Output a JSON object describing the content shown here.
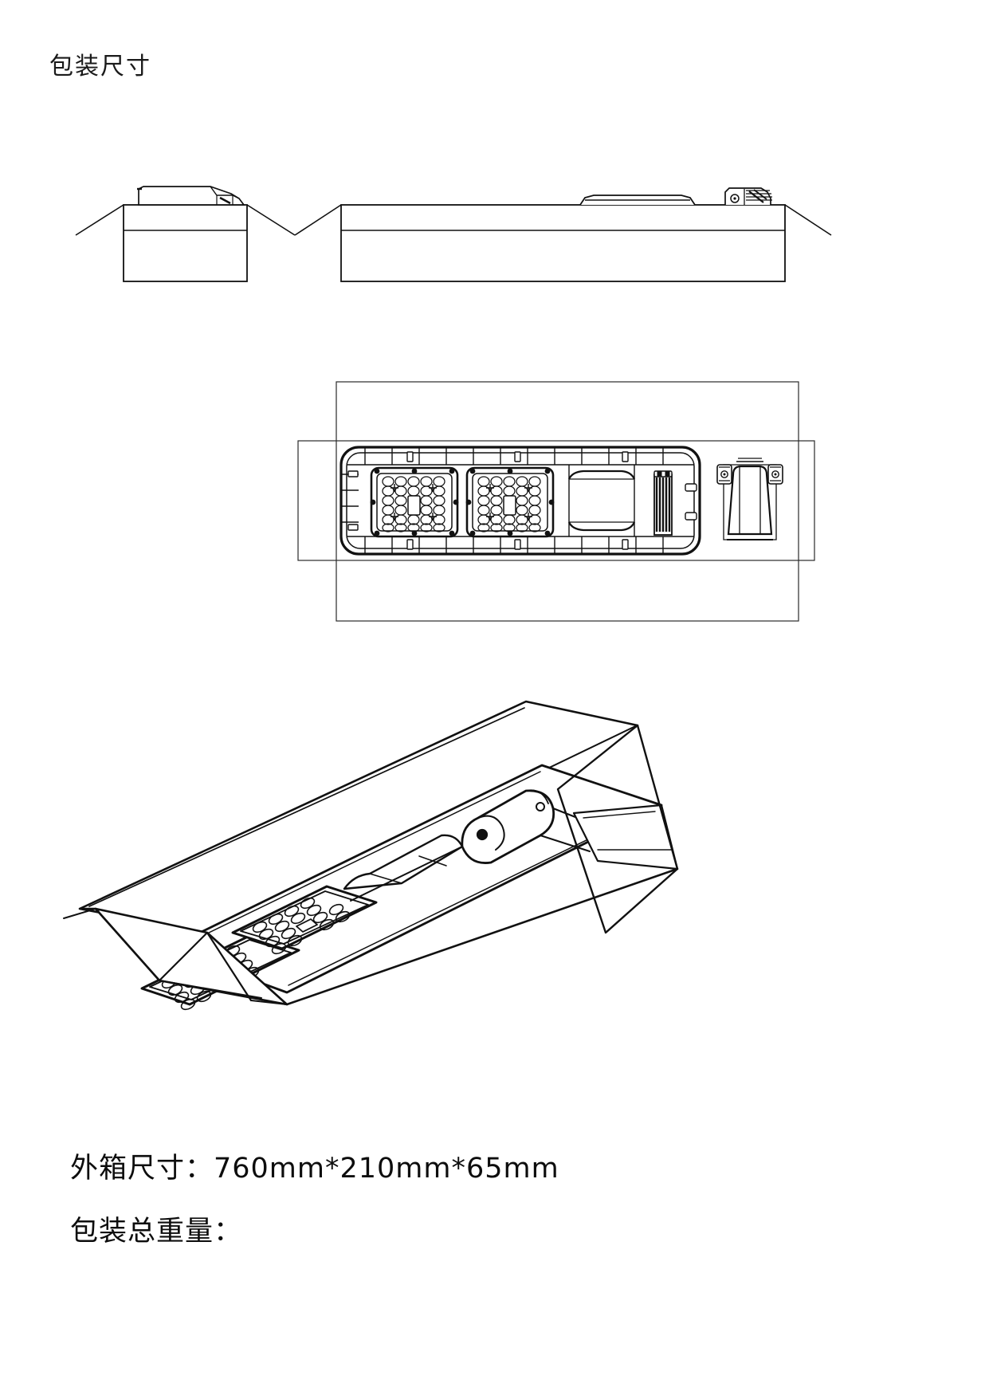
{
  "document": {
    "title": "包装尺寸",
    "language": "zh-CN",
    "type": "packaging-specification-drawing",
    "background_color": "#ffffff",
    "line_color": "#111111"
  },
  "specs": {
    "carton_size_label": "外箱尺寸：760mm*210mm*65mm",
    "total_weight_label": "包装总重量：",
    "carton": {
      "length_mm": 760,
      "width_mm": 210,
      "height_mm": 65,
      "dimension_string": "760mm*210mm*65mm"
    }
  },
  "views": {
    "elevation_end": {
      "name": "end-elevation-view",
      "caption": ""
    },
    "elevation_side": {
      "name": "side-elevation-view",
      "caption": ""
    },
    "plan": {
      "name": "top-plan-view",
      "caption": "",
      "led_modules": 2,
      "led_module_rows": 6,
      "led_module_cols": 5,
      "heatsink_fins": 9
    },
    "isometric": {
      "name": "isometric-open-carton-view",
      "caption": ""
    }
  }
}
